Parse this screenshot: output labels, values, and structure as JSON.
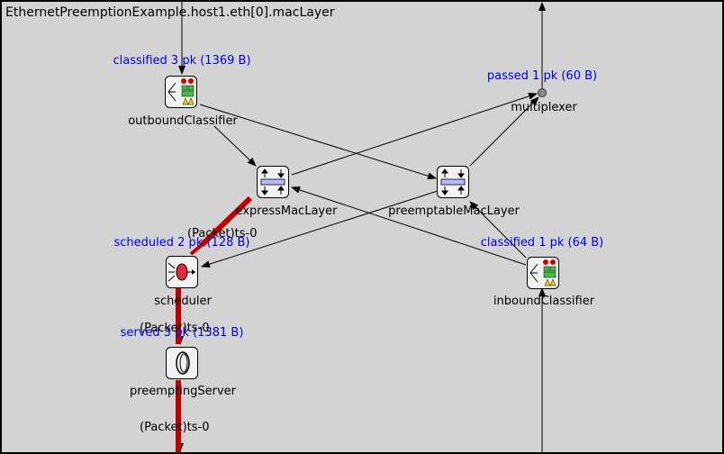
{
  "window": {
    "title": "EthernetPreemptionExample.host1.eth[0].macLayer"
  },
  "modules": {
    "outboundClassifier": {
      "name": "outboundClassifier",
      "stat": "classified 3 pk (1369 B)",
      "icon": "classifier-icon"
    },
    "multiplexer": {
      "name": "multiplexer",
      "stat": "passed 1 pk (60 B)",
      "icon": "join-dot-icon"
    },
    "expressMacLayer": {
      "name": "expressMacLayer",
      "icon": "compound-module-icon"
    },
    "preemptableMacLayer": {
      "name": "preemptableMacLayer",
      "icon": "compound-module-icon"
    },
    "scheduler": {
      "name": "scheduler",
      "stat": "scheduled 2 pk (128 B)",
      "icon": "scheduler-icon"
    },
    "inboundClassifier": {
      "name": "inboundClassifier",
      "stat": "classified 1 pk (64 B)",
      "icon": "classifier-icon"
    },
    "preemptingServer": {
      "name": "preemptingServer",
      "stat": "served 3 pk (1381 B)",
      "icon": "server-icon"
    }
  },
  "packets": [
    {
      "label": "(Packet)ts-0"
    },
    {
      "label": "(Packet)ts-0"
    },
    {
      "label": "(Packet)ts-0"
    }
  ],
  "colors": {
    "background": "#d3d3d3",
    "stat_text": "#0000e0",
    "packet_highlight": "#c00000",
    "wire": "#000000"
  }
}
